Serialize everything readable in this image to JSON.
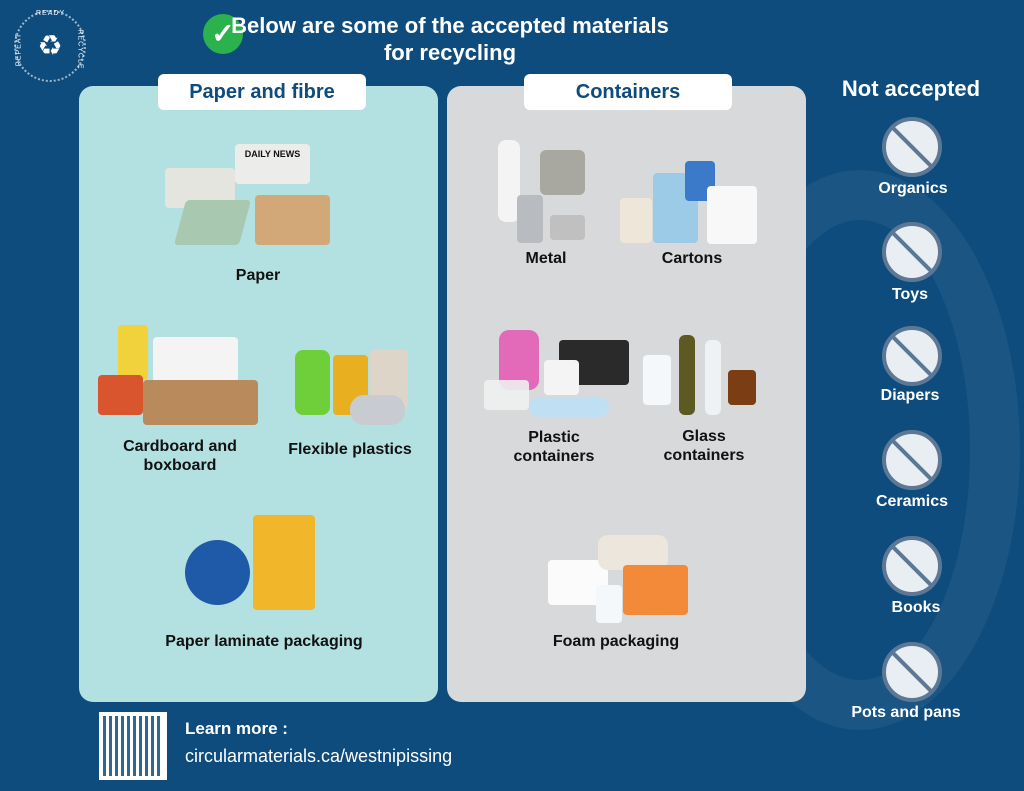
{
  "logo": {
    "text_top": "READY",
    "text_right": "RECYCLE",
    "text_left": "REPEAT",
    "icon": "recycle-icon"
  },
  "header": {
    "title": "Below are some of the accepted materials for recycling",
    "check_icon": "checkmark-icon"
  },
  "paper_and_fibre": {
    "heading": "Paper and fibre",
    "items": [
      {
        "label": "Paper",
        "image_text": "DAILY NEWS"
      },
      {
        "label": "Cardboard and boxboard"
      },
      {
        "label": "Flexible plastics"
      },
      {
        "label": "Paper laminate packaging"
      }
    ]
  },
  "containers": {
    "heading": "Containers",
    "items": [
      {
        "label": "Metal"
      },
      {
        "label": "Cartons"
      },
      {
        "label": "Plastic containers"
      },
      {
        "label": "Glass containers"
      },
      {
        "label": "Foam packaging"
      }
    ]
  },
  "not_accepted": {
    "heading": "Not accepted",
    "items": [
      {
        "label": "Organics"
      },
      {
        "label": "Toys"
      },
      {
        "label": "Diapers"
      },
      {
        "label": "Ceramics"
      },
      {
        "label": "Books"
      },
      {
        "label": "Pots and pans"
      }
    ]
  },
  "footer": {
    "learn_more": "Learn more :",
    "url": "circularmaterials.ca/westnipissing"
  },
  "colors": {
    "background": "#0e4c7d",
    "paper_panel": "#b3e0e1",
    "containers_panel": "#d8d9db",
    "check": "#2bb24c"
  }
}
